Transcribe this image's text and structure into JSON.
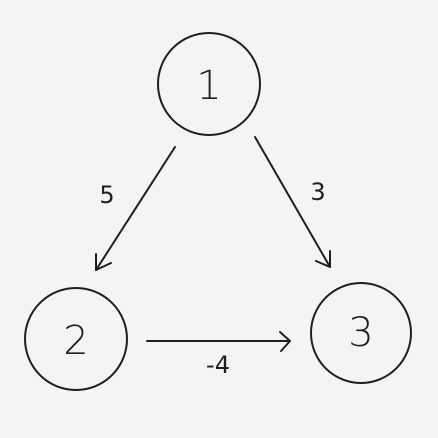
{
  "nodes": [
    {
      "id": "1",
      "label": "1"
    },
    {
      "id": "2",
      "label": "2"
    },
    {
      "id": "3",
      "label": "3"
    }
  ],
  "edges": [
    {
      "from": "1",
      "to": "2",
      "label": "5"
    },
    {
      "from": "1",
      "to": "3",
      "label": "3"
    },
    {
      "from": "2",
      "to": "3",
      "label": "-4"
    }
  ]
}
